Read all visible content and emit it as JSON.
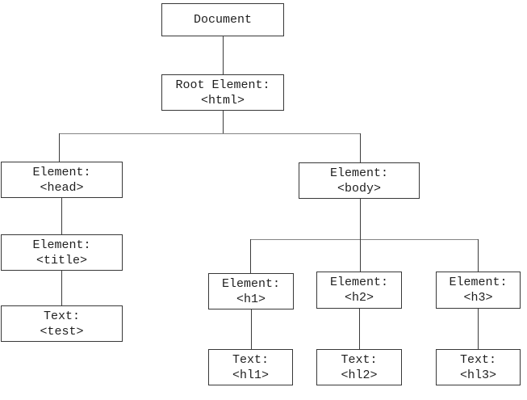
{
  "diagram": {
    "type": "dom-tree",
    "colors": {
      "background": "#ffffff",
      "box_border": "#383838",
      "connector_vertical": "#3b3b3b",
      "connector_horizontal": "#848484",
      "text": "#1f1f1f"
    },
    "nodes": {
      "document": {
        "line1": "Document"
      },
      "html": {
        "line1": "Root Element:",
        "line2": "<html>"
      },
      "head": {
        "line1": "Element:",
        "line2": "<head>"
      },
      "body": {
        "line1": "Element:",
        "line2": "<body>"
      },
      "title": {
        "line1": "Element:",
        "line2": "<title>"
      },
      "test": {
        "line1": "Text:",
        "line2": "<test>"
      },
      "h1": {
        "line1": "Element:",
        "line2": "<h1>"
      },
      "h2": {
        "line1": "Element:",
        "line2": "<h2>"
      },
      "h3": {
        "line1": "Element:",
        "line2": "<h3>"
      },
      "t1": {
        "line1": "Text:",
        "line2": "<hl1>"
      },
      "t2": {
        "line1": "Text:",
        "line2": "<hl2>"
      },
      "t3": {
        "line1": "Text:",
        "line2": "<hl3>"
      }
    },
    "edges": [
      "document->html",
      "html->head",
      "html->body",
      "head->title",
      "title->test",
      "body->h1",
      "body->h2",
      "body->h3",
      "h1->t1",
      "h2->t2",
      "h3->t3"
    ]
  }
}
